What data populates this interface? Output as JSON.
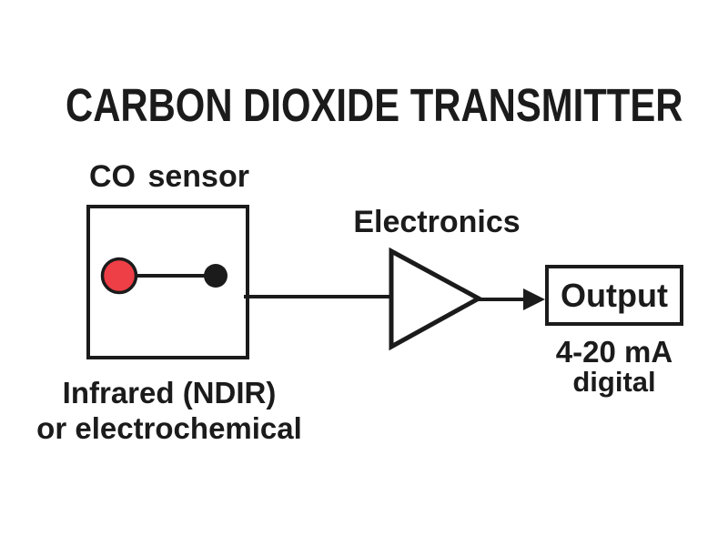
{
  "title": "CARBON DIOXIDE TRANSMITTER",
  "sensor": {
    "label": "CO sensor",
    "caption_line1": "Infrared (NDIR)",
    "caption_line2": "or electrochemical"
  },
  "electronics": {
    "label": "Electronics"
  },
  "output": {
    "label": "Output",
    "caption_line1": "4-20 mA",
    "caption_line2": "digital"
  },
  "icons": {
    "molecule": "co-molecule-icon",
    "amplifier": "amplifier-triangle-icon",
    "arrow": "signal-arrow-icon"
  },
  "colors": {
    "background": "#ffffff",
    "ink": "#1b1b1b",
    "molecule_red": "#ee3e46"
  }
}
